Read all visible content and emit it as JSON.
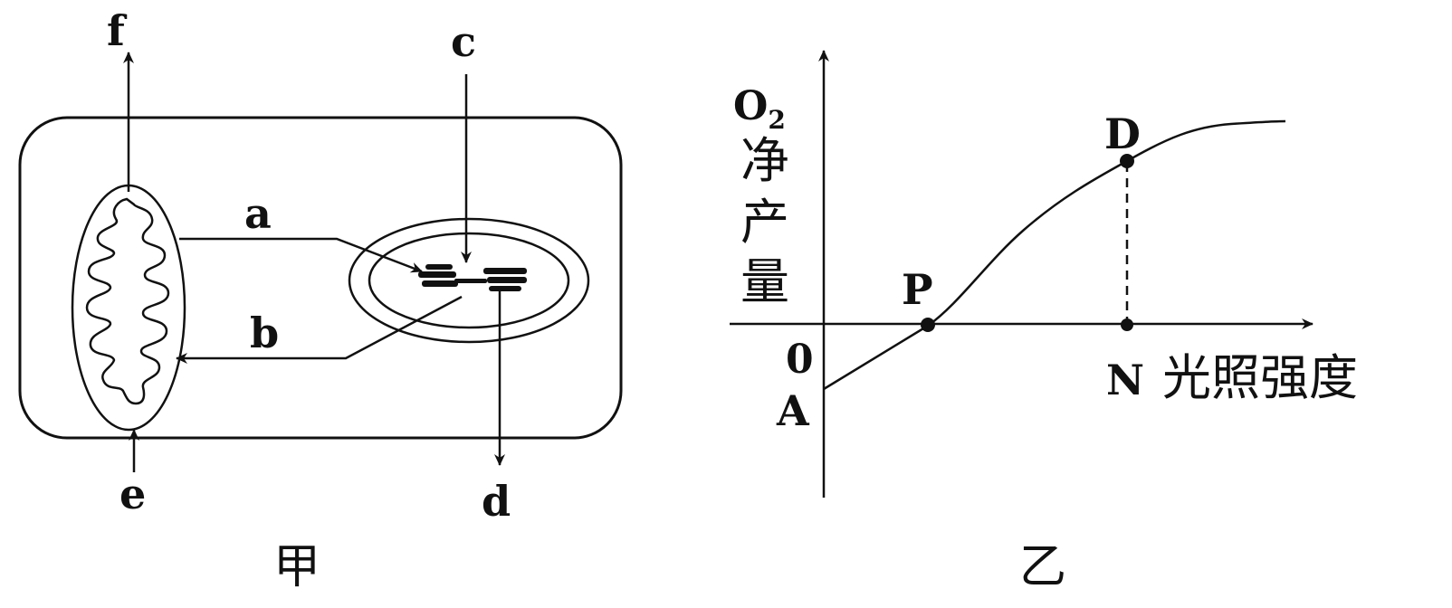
{
  "figure_jia": {
    "caption": "甲",
    "labels": {
      "a": "a",
      "b": "b",
      "c": "c",
      "d": "d",
      "e": "e",
      "f": "f"
    }
  },
  "figure_yi": {
    "caption": "乙",
    "y_axis_label_main": "O",
    "y_axis_label_sub": "2",
    "y_axis_label_chars": [
      "净",
      "产",
      "量"
    ],
    "x_axis_label": "光照强度",
    "origin_label": "0",
    "point_labels": {
      "A": "A",
      "P": "P",
      "D": "D",
      "N": "N"
    }
  },
  "colors": {
    "ink": "#111111",
    "background": "#ffffff"
  }
}
